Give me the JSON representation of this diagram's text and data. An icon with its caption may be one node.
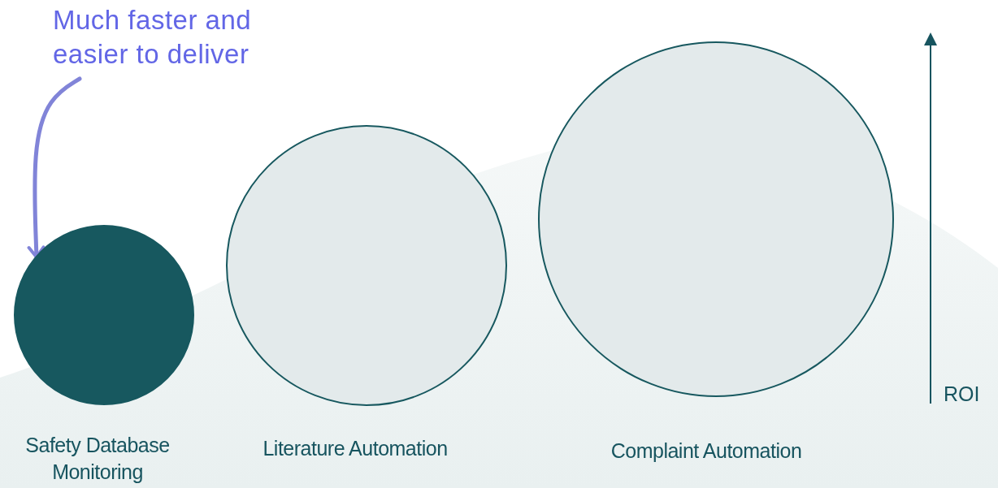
{
  "diagram": {
    "nodes": [
      {
        "text": [
          "Much faster and easier to deliver"
        ]
      },
      {
        "text": [],
        "shape": "circle",
        "beside": [
          "Safety Database Monitoring"
        ]
      },
      {
        "text": [],
        "shape": "circle",
        "beside": [
          "Literature Automation"
        ]
      },
      {
        "text": [],
        "shape": "circle",
        "beside": [
          "Complaint Automation"
        ]
      }
    ],
    "edges": [
      {
        "from": 0,
        "to": 1,
        "arrow": "to"
      }
    ],
    "labels": [
      "ROI"
    ]
  }
}
